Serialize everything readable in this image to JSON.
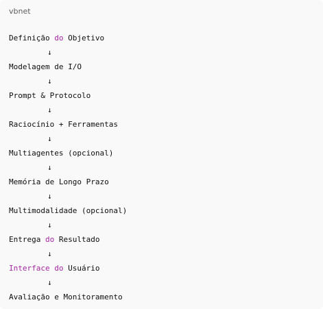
{
  "code_block": {
    "language": "vbnet",
    "colors": {
      "keyword": "#a626a4",
      "text": "#0d0d0d",
      "background": "#f9f9f9"
    },
    "arrow": "↓",
    "steps": [
      {
        "parts": [
          {
            "text": "Definição "
          },
          {
            "text": "do",
            "kw": true
          },
          {
            "text": " Objetivo"
          }
        ]
      },
      {
        "parts": [
          {
            "text": "Modelagem de I/O"
          }
        ]
      },
      {
        "parts": [
          {
            "text": "Prompt & Protocolo"
          }
        ]
      },
      {
        "parts": [
          {
            "text": "Raciocínio + Ferramentas"
          }
        ]
      },
      {
        "parts": [
          {
            "text": "Multiagentes (opcional)"
          }
        ]
      },
      {
        "parts": [
          {
            "text": "Memória de Longo Prazo"
          }
        ]
      },
      {
        "parts": [
          {
            "text": "Multimodalidade (opcional)"
          }
        ]
      },
      {
        "parts": [
          {
            "text": "Entrega "
          },
          {
            "text": "do",
            "kw": true
          },
          {
            "text": " Resultado"
          }
        ]
      },
      {
        "parts": [
          {
            "text": "Interface",
            "kw": true
          },
          {
            "text": " "
          },
          {
            "text": "do",
            "kw": true
          },
          {
            "text": " Usuário"
          }
        ]
      },
      {
        "parts": [
          {
            "text": "Avaliação e Monitoramento"
          }
        ]
      }
    ]
  }
}
